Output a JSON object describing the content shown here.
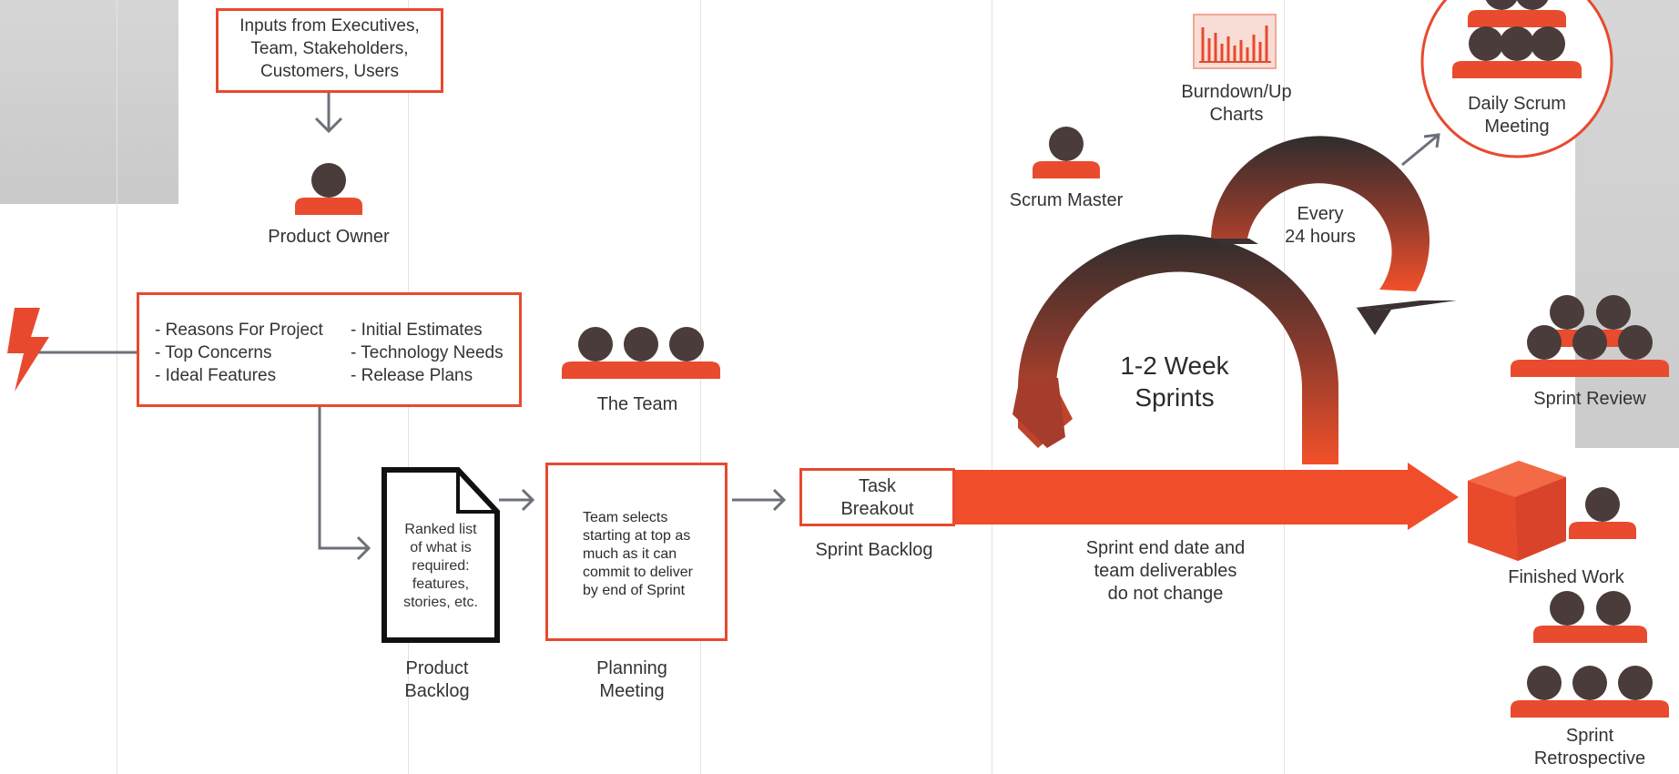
{
  "inputs_box": {
    "lines": [
      "Inputs from Executives,",
      "Team, Stakeholders,",
      "Customers, Users"
    ]
  },
  "product_owner": {
    "label": "Product Owner"
  },
  "vision_box": {
    "left": [
      "- Reasons For Project",
      "- Top Concerns",
      "- Ideal Features"
    ],
    "right": [
      "- Initial Estimates",
      "- Technology Needs",
      "- Release Plans"
    ]
  },
  "team": {
    "label": "The Team"
  },
  "product_backlog": {
    "doc_lines": [
      "Ranked list",
      "of what is",
      "required:",
      "features,",
      "stories, etc."
    ],
    "label_lines": [
      "Product",
      "Backlog"
    ]
  },
  "planning_meeting": {
    "box_lines": [
      "Team selects",
      "starting at top as",
      "much as it can",
      "commit to deliver",
      "by end of Sprint"
    ],
    "label_lines": [
      "Planning",
      "Meeting"
    ]
  },
  "sprint_backlog": {
    "box_lines": [
      "Task",
      "Breakout"
    ],
    "label": "Sprint Backlog"
  },
  "scrum_master": {
    "label": "Scrum Master"
  },
  "burndown": {
    "label_lines": [
      "Burndown/Up",
      "Charts"
    ]
  },
  "daily_scrum": {
    "label_lines": [
      "Daily Scrum",
      "Meeting"
    ]
  },
  "cycle": {
    "every_lines": [
      "Every",
      "24 hours"
    ],
    "sprint_lines": [
      "1-2 Week",
      "Sprints"
    ]
  },
  "sprint_end": {
    "lines": [
      "Sprint end date and",
      "team deliverables",
      "do not change"
    ]
  },
  "sprint_review": {
    "label": "Sprint Review"
  },
  "finished_work": {
    "label": "Finished Work"
  },
  "sprint_retro": {
    "label_lines": [
      "Sprint",
      "Retrospective"
    ]
  },
  "colors": {
    "accent": "#e8492e",
    "dark": "#3a3130",
    "arrow_gray": "#6b7079"
  }
}
